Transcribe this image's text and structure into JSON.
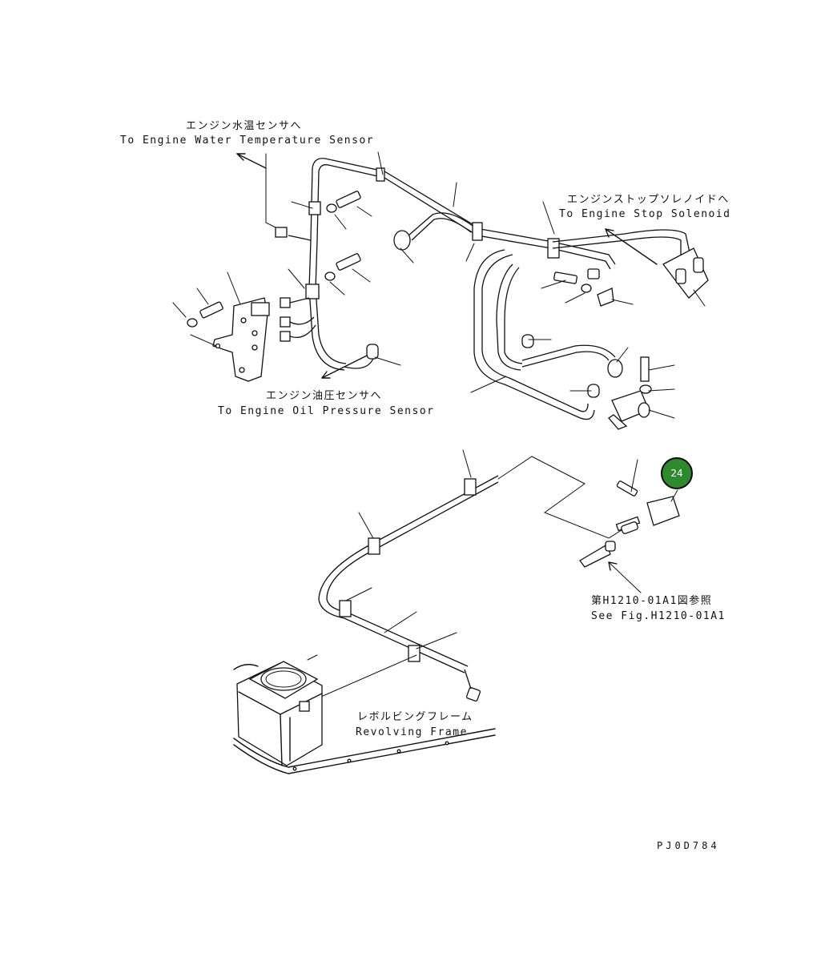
{
  "labels": {
    "water_temp_jp": "エンジン水温センサへ",
    "water_temp_en": "To Engine Water Temperature Sensor",
    "stop_solenoid_jp": "エンジンストップソレノイドへ",
    "stop_solenoid_en": "To Engine Stop Solenoid",
    "oil_pressure_jp": "エンジン油圧センサへ",
    "oil_pressure_en": "To Engine Oil Pressure Sensor",
    "see_fig_jp": "第H1210-01A1図参照",
    "see_fig_en": "See Fig.H1210-01A1",
    "revolving_frame_jp": "レボルビングフレーム",
    "revolving_frame_en": "Revolving Frame",
    "drawing_code": "PJ0D784"
  },
  "callout": {
    "number": "24",
    "color": "#2f8a2f"
  }
}
